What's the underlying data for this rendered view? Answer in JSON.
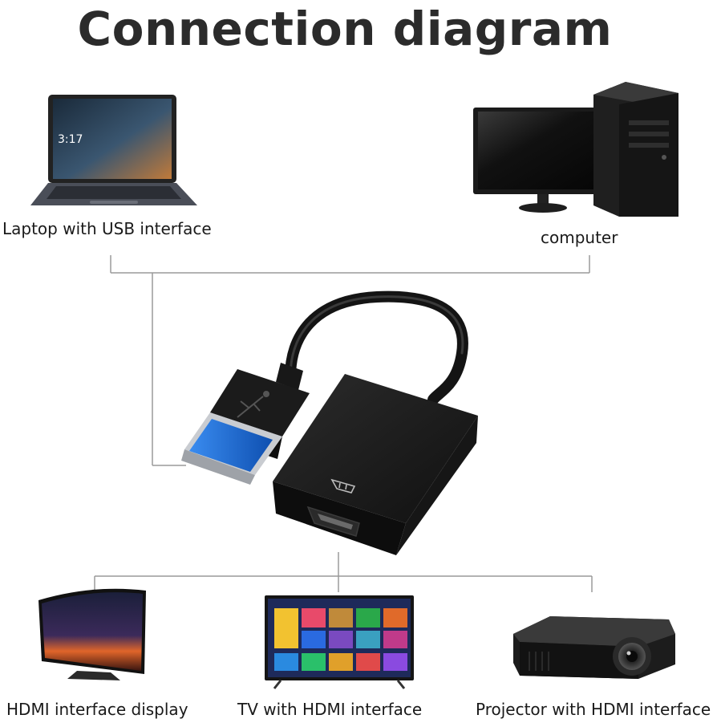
{
  "title": "Connection diagram",
  "devices": {
    "laptop": {
      "label": "Laptop with USB interface"
    },
    "computer": {
      "label": "computer"
    },
    "hdmi_display": {
      "label": "HDMI interface display"
    },
    "tv": {
      "label": "TV with HDMI interface"
    },
    "projector": {
      "label": "Projector with HDMI interface"
    }
  },
  "colors": {
    "connector_line": "#9a9a9a",
    "usb_blue": "#1d6fe0",
    "adapter_body": "#1b1b1b"
  }
}
